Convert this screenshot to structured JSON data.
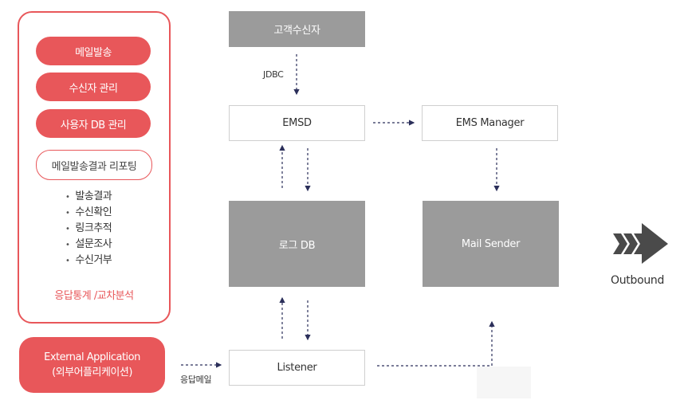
{
  "sidebar": {
    "buttons": [
      "메일발송",
      "수신자 관리",
      "사용자 DB 관리"
    ],
    "reporting_label": "메일발송결과 리포팅",
    "reporting_items": [
      "발송결과",
      "수신확인",
      "링크추적",
      "설문조사",
      "수신거부"
    ],
    "analysis_label": "응답통계 /교차분석"
  },
  "external": {
    "line1": "External Application",
    "line2": "(외부어플리케이션)"
  },
  "nodes": {
    "customer": "고객수신자",
    "emsd": "EMSD",
    "ems_manager": "EMS Manager",
    "log_db": "로그 DB",
    "mail_sender": "Mail Sender",
    "listener": "Listener"
  },
  "labels": {
    "jdbc": "JDBC",
    "reply_mail": "응답메일",
    "outbound": "Outbound"
  },
  "colors": {
    "accent": "#e8575a",
    "gray_box": "#9b9b9b",
    "arrow": "#2b2f5a",
    "outbound": "#4a4a4a"
  }
}
